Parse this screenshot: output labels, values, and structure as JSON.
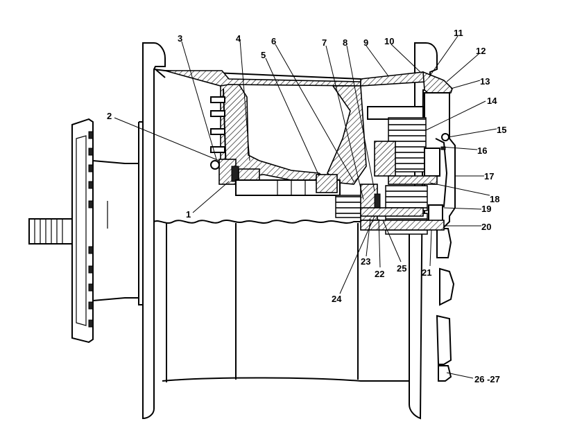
{
  "callouts": [
    {
      "id": "1",
      "text": "1"
    },
    {
      "id": "2",
      "text": "2"
    },
    {
      "id": "3",
      "text": "3"
    },
    {
      "id": "4",
      "text": "4"
    },
    {
      "id": "5",
      "text": "5"
    },
    {
      "id": "6",
      "text": "6"
    },
    {
      "id": "7",
      "text": "7"
    },
    {
      "id": "8",
      "text": "8"
    },
    {
      "id": "9",
      "text": "9"
    },
    {
      "id": "10",
      "text": "10"
    },
    {
      "id": "11",
      "text": "11"
    },
    {
      "id": "12",
      "text": "12"
    },
    {
      "id": "13",
      "text": "13"
    },
    {
      "id": "14",
      "text": "14"
    },
    {
      "id": "15",
      "text": "15"
    },
    {
      "id": "16",
      "text": "16"
    },
    {
      "id": "17",
      "text": "17"
    },
    {
      "id": "18",
      "text": "18"
    },
    {
      "id": "19",
      "text": "19"
    },
    {
      "id": "20",
      "text": "20"
    },
    {
      "id": "21",
      "text": "21"
    },
    {
      "id": "22",
      "text": "22"
    },
    {
      "id": "23",
      "text": "23"
    },
    {
      "id": "24",
      "text": "24"
    },
    {
      "id": "25",
      "text": "25"
    },
    {
      "id": "26-27",
      "text": "26 -27"
    }
  ]
}
